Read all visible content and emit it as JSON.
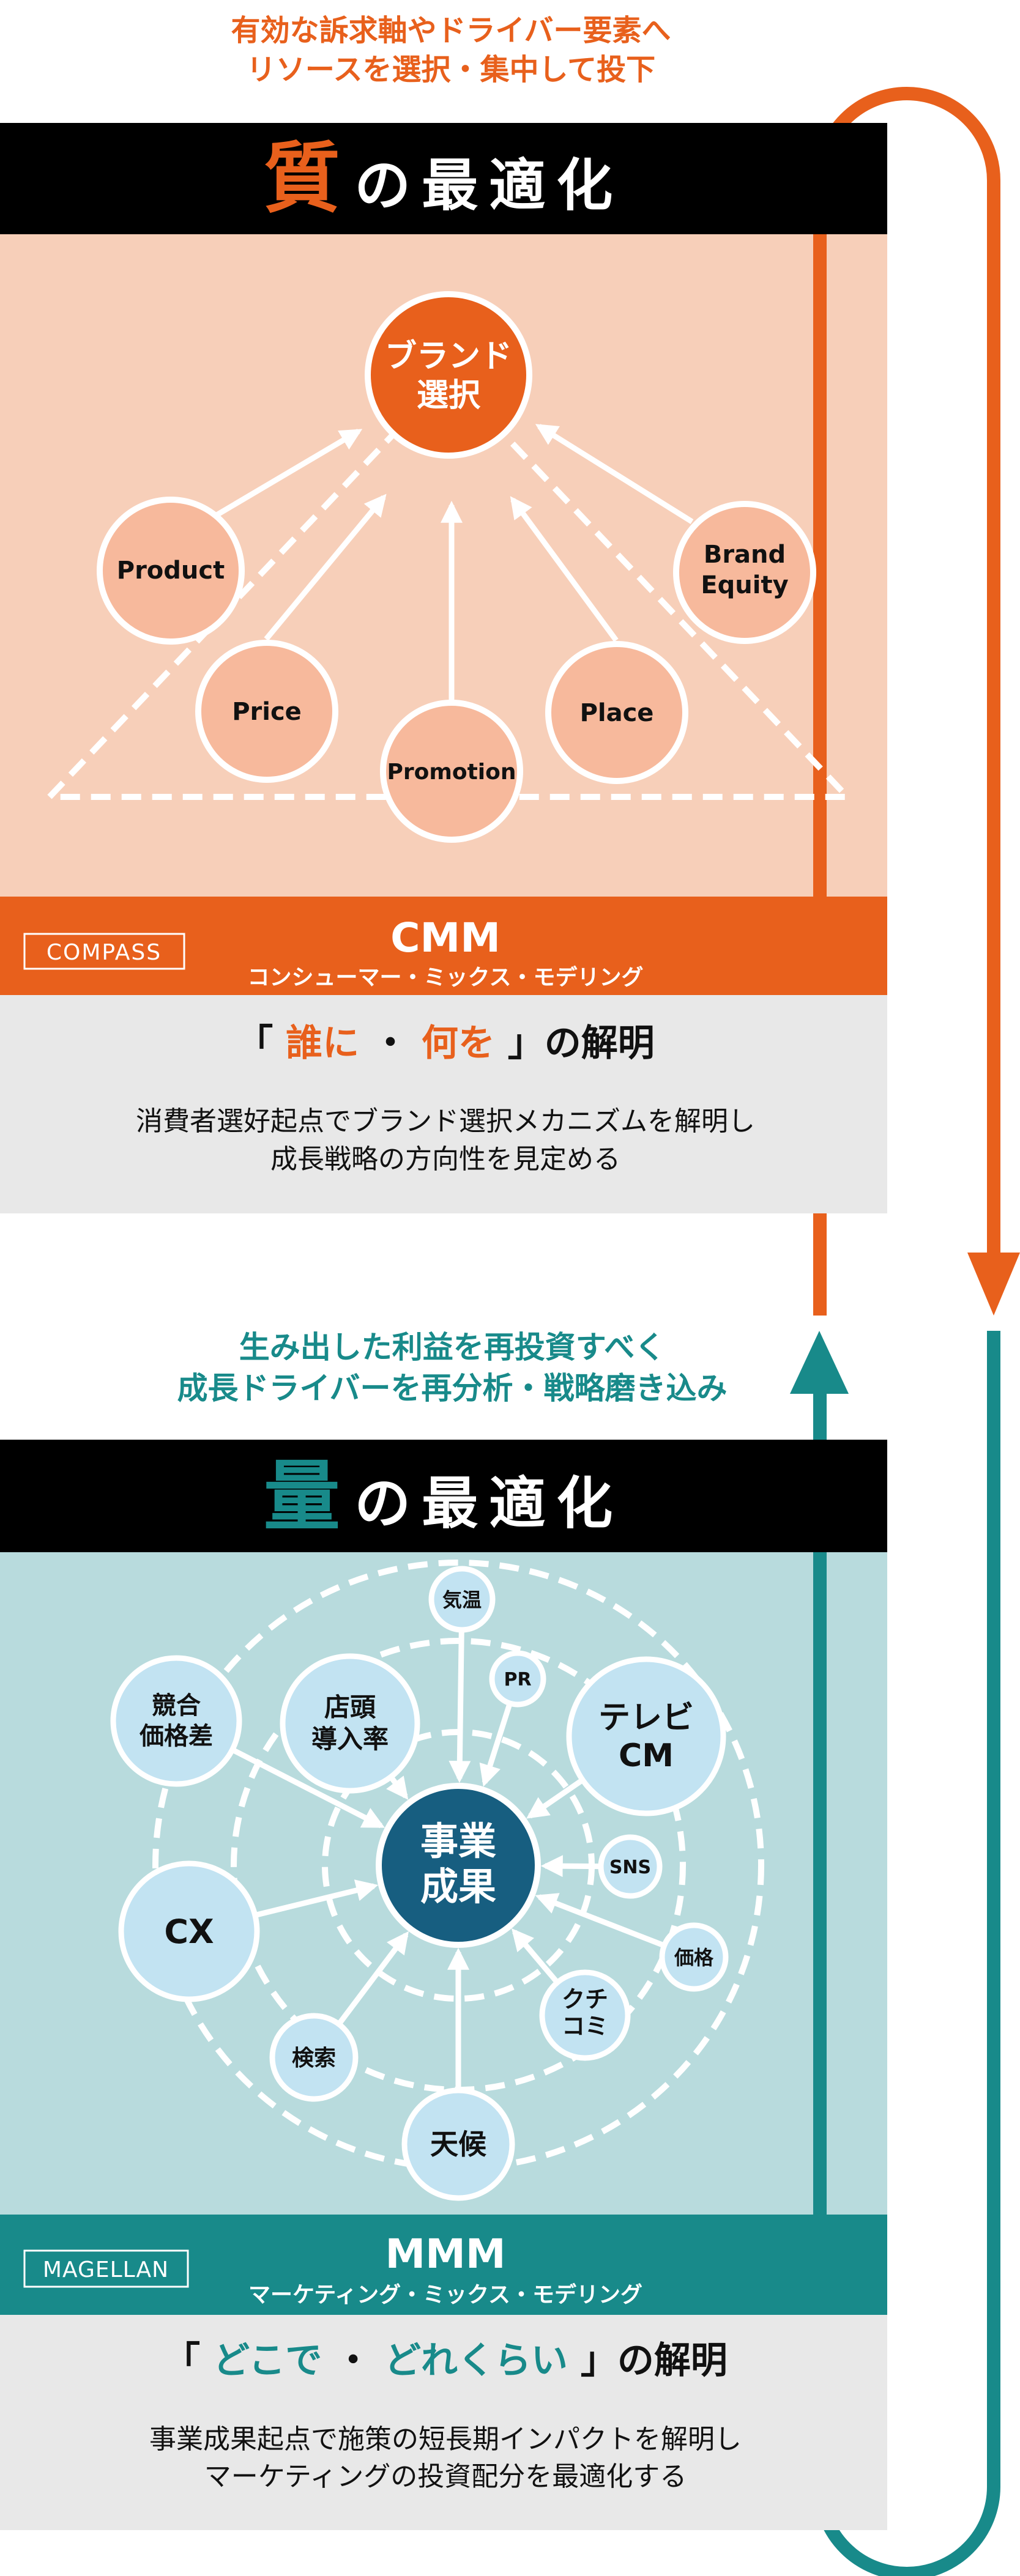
{
  "colors": {
    "orange": "#e8601c",
    "teal": "#188a8a",
    "peach": "#f7cfb9",
    "light_teal": "#b8dbdd",
    "gray": "#e8e8e8",
    "node_peach": "#f7b99c",
    "node_blue": "#c2e3f2",
    "center_blue": "#175e80"
  },
  "top_caption": {
    "line1": "有効な訴求軸やドライバー要素へ",
    "line2": "リソースを選択・集中して投下"
  },
  "quality": {
    "title_accent": "質",
    "title_rest": "の最適化",
    "center_line1": "ブランド",
    "center_line2": "選択",
    "nodes": {
      "product": "Product",
      "price": "Price",
      "promotion": "Promotion",
      "place": "Place",
      "brand_equity_1": "Brand",
      "brand_equity_2": "Equity"
    }
  },
  "cmm": {
    "logo": "COMPASS",
    "title": "CMM",
    "subtitle": "コンシューマー・ミックス・モデリング",
    "heading": {
      "open": "「 ",
      "a": "誰に",
      "sep": " ・ ",
      "b": "何を",
      "close": " 」の解明"
    },
    "body_line1": "消費者選好起点でブランド選択メカニズムを解明し",
    "body_line2": "成長戦略の方向性を見定める"
  },
  "middle_caption": {
    "line1": "生み出した利益を再投資すべく",
    "line2": "成長ドライバーを再分析・戦略磨き込み"
  },
  "quantity": {
    "title_accent": "量",
    "title_rest": "の最適化",
    "center_line1": "事業",
    "center_line2": "成果",
    "nodes": {
      "kion": "気温",
      "pr": "PR",
      "kyogo_1": "競合",
      "kyogo_2": "価格差",
      "tento_1": "店頭",
      "tento_2": "導入率",
      "tv_1": "テレビ",
      "tv_2": "CM",
      "sns": "SNS",
      "cx": "CX",
      "kakaku": "価格",
      "kuchikomi_1": "クチ",
      "kuchikomi_2": "コミ",
      "kensaku": "検索",
      "tenko": "天候"
    }
  },
  "mmm": {
    "logo": "MAGELLAN",
    "title": "MMM",
    "subtitle": "マーケティング・ミックス・モデリング",
    "heading": {
      "open": "「 ",
      "a": "どこで",
      "sep": " ・ ",
      "b": "どれくらい",
      "close": " 」の解明"
    },
    "body_line1": "事業成果起点で施策の短長期インパクトを解明し",
    "body_line2": "マーケティングの投資配分を最適化する"
  }
}
